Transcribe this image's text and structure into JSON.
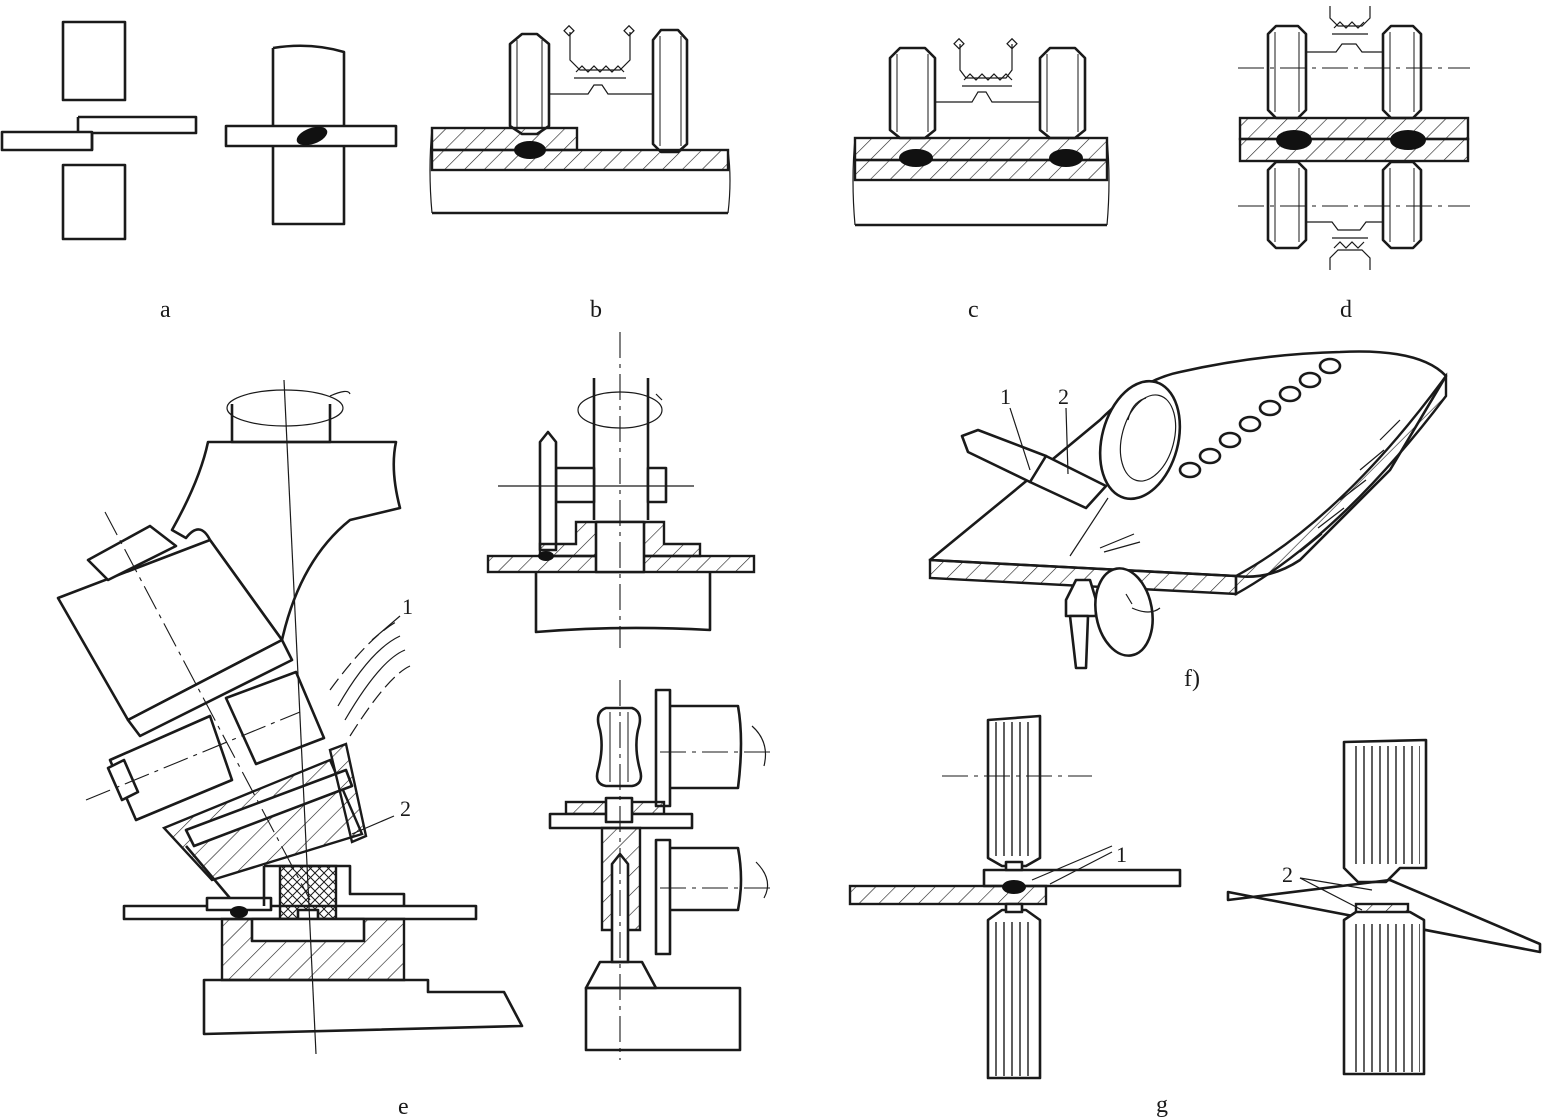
{
  "panels": [
    {
      "id": "a",
      "label": "a"
    },
    {
      "id": "b",
      "label": "b"
    },
    {
      "id": "c",
      "label": "c"
    },
    {
      "id": "d",
      "label": "d"
    },
    {
      "id": "e",
      "label": "e"
    },
    {
      "id": "f",
      "label": "f)"
    },
    {
      "id": "g",
      "label": "g"
    }
  ],
  "callouts": {
    "e_1": "1",
    "e_2": "2",
    "f_1": "1",
    "f_2": "2",
    "g_1": "1",
    "g_2": "2"
  }
}
